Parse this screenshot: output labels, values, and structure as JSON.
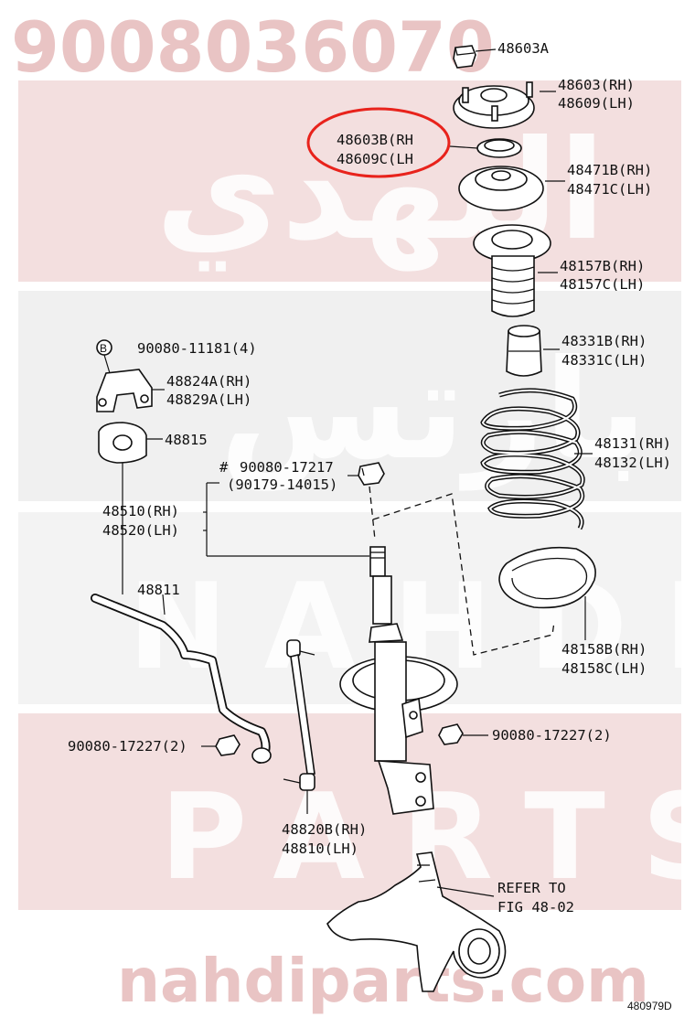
{
  "part_number_watermark": "9008036070",
  "brand_watermark": "NAHDI PARTS",
  "arabic_watermark_lines": [
    "النهدي",
    "بارتس"
  ],
  "site_watermark": "nahdiparts.com",
  "colors": {
    "watermark_red": "#e9c4c4",
    "watermark_gray": "#e4e4e4",
    "highlight_red": "#e8231c",
    "ink": "#111111"
  },
  "labels": {
    "l48603A": "48603A",
    "l48603RH": "48603(RH)",
    "l48609LH": "48609(LH)",
    "l48603BRH": "48603B(RH",
    "l48609CLH": "48609C(LH",
    "l48471BRH": "48471B(RH)",
    "l48471CLH": "48471C(LH)",
    "l48157BRH": "48157B(RH)",
    "l48157CLH": "48157C(LH)",
    "l48331BRH": "48331B(RH)",
    "l48331CLH": "48331C(LH)",
    "l90080_11181": "90080-11181(4)",
    "circleB": "B",
    "l48824ARH": "48824A(RH)",
    "l48829ALH": "48829A(LH)",
    "l48815": "48815",
    "l48131RH": "48131(RH)",
    "l48132LH": "48132(LH)",
    "hash": "#",
    "l90080_17217": "90080-17217",
    "l90179_14015": "(90179-14015)",
    "l48510RH": "48510(RH)",
    "l48520LH": "48520(LH)",
    "l48811": "48811",
    "l48158BRH": "48158B(RH)",
    "l48158CLH": "48158C(LH)",
    "l90080_17227_left": "90080-17227(2)",
    "l90080_17227_right": "90080-17227(2)",
    "l48820BRH": "48820B(RH)",
    "l48810LH": "48810(LH)",
    "refer_line1": "REFER TO",
    "refer_line2": "FIG 48-02",
    "diagram_code": "480979D"
  }
}
